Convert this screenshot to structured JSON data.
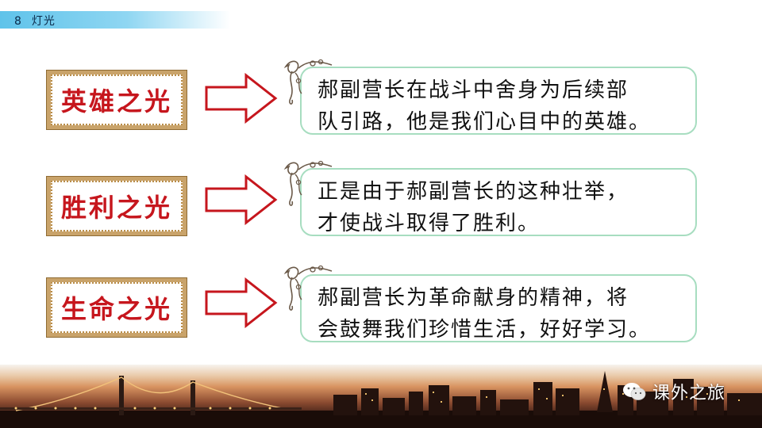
{
  "header": {
    "number": "8",
    "title": "灯光"
  },
  "rows": [
    {
      "label": "英雄之光",
      "lines": [
        "郝副营长在战斗中舍身为后续部",
        "队引路，他是我们心目中的英雄。"
      ]
    },
    {
      "label": "胜利之光",
      "lines": [
        "正是由于郝副营长的这种壮举，",
        "才使战斗取得了胜利。"
      ]
    },
    {
      "label": "生命之光",
      "lines": [
        "郝副营长为革命献身的精神，将",
        "会鼓舞我们珍惜生活，好好学习。"
      ]
    }
  ],
  "watermark": {
    "text": "课外之旅",
    "icon": "wechat-icon"
  },
  "colors": {
    "label_red": "#c6161d",
    "frame_gold": "#c9a36a",
    "bubble_border": "#a7ddc0",
    "header_blue": "#5fc3ea"
  }
}
